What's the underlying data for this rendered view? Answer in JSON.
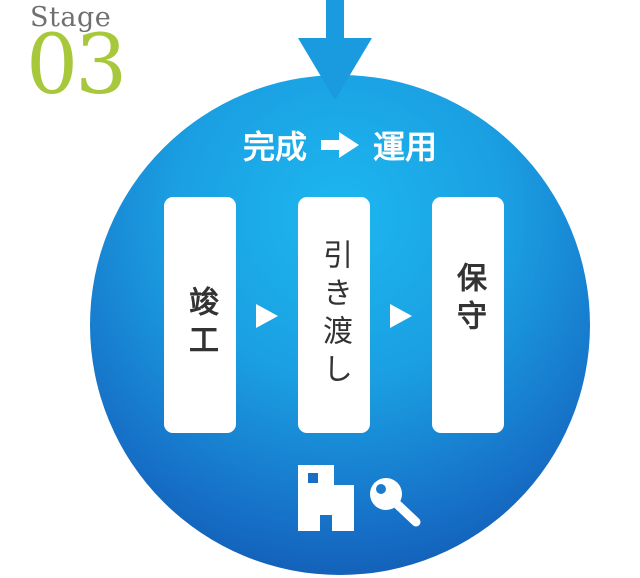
{
  "stage": {
    "label": "Stage",
    "number": "03"
  },
  "title": {
    "left": "完成",
    "arrow_icon": "right-arrow-icon",
    "right": "運用"
  },
  "steps": [
    {
      "label": "竣工"
    },
    {
      "label": "引き渡し"
    },
    {
      "label": "保守"
    }
  ],
  "icons": {
    "flow_arrow": "down-arrow-icon",
    "step_separator": "triangle-right-icon",
    "bottom": [
      "building-icon",
      "magnifier-icon"
    ]
  },
  "colors": {
    "stage_number": "#a8c83c",
    "stage_label": "#6f6f6f",
    "circle_top": "#1cb7f0",
    "circle_bottom": "#0f4aa4",
    "arrow": "#1a9be0",
    "card": "#ffffff",
    "step_text": "#333333"
  }
}
